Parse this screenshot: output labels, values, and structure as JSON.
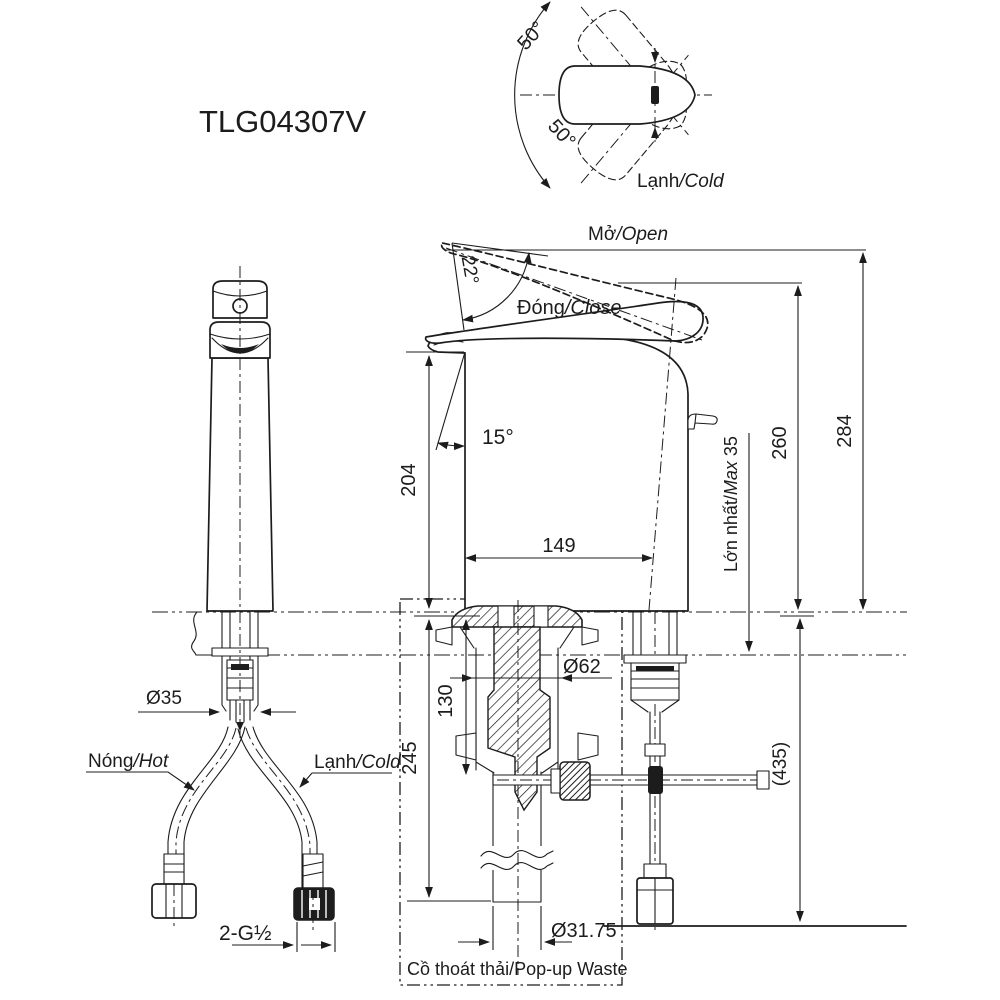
{
  "drawing": {
    "title": "TLG04307V",
    "line_color": "#1c1c1c"
  },
  "top_view": {
    "angle_up": "50°",
    "angle_down": "50°",
    "cold": {
      "vi": "Lạnh",
      "en": "/Cold"
    }
  },
  "side_view": {
    "open": {
      "vi": "Mở",
      "en": "/Open"
    },
    "close": {
      "vi": "Đóng",
      "en": "/Close"
    },
    "handle_angle": "22°",
    "spout_angle": "15°",
    "spout_height": "204",
    "spout_reach": "149",
    "body_height": "260",
    "total_height": "284",
    "max_deck": {
      "vi": "Lớn nhất/",
      "en": "Max",
      "suffix": " 35"
    }
  },
  "front_view": {
    "shank_dia": "Ø35",
    "hot": {
      "vi": "Nóng",
      "en": "/Hot"
    },
    "cold": {
      "vi": "Lạnh",
      "en": "/Cold"
    },
    "thread": "2-G½"
  },
  "popup_waste": {
    "flange_dia": "Ø62",
    "upper_depth": "130",
    "lower_depth": "245",
    "pipe_dia": "Ø31.75",
    "overall": "(435)",
    "label": "Cồ thoát thải/Pop-up Waste"
  }
}
